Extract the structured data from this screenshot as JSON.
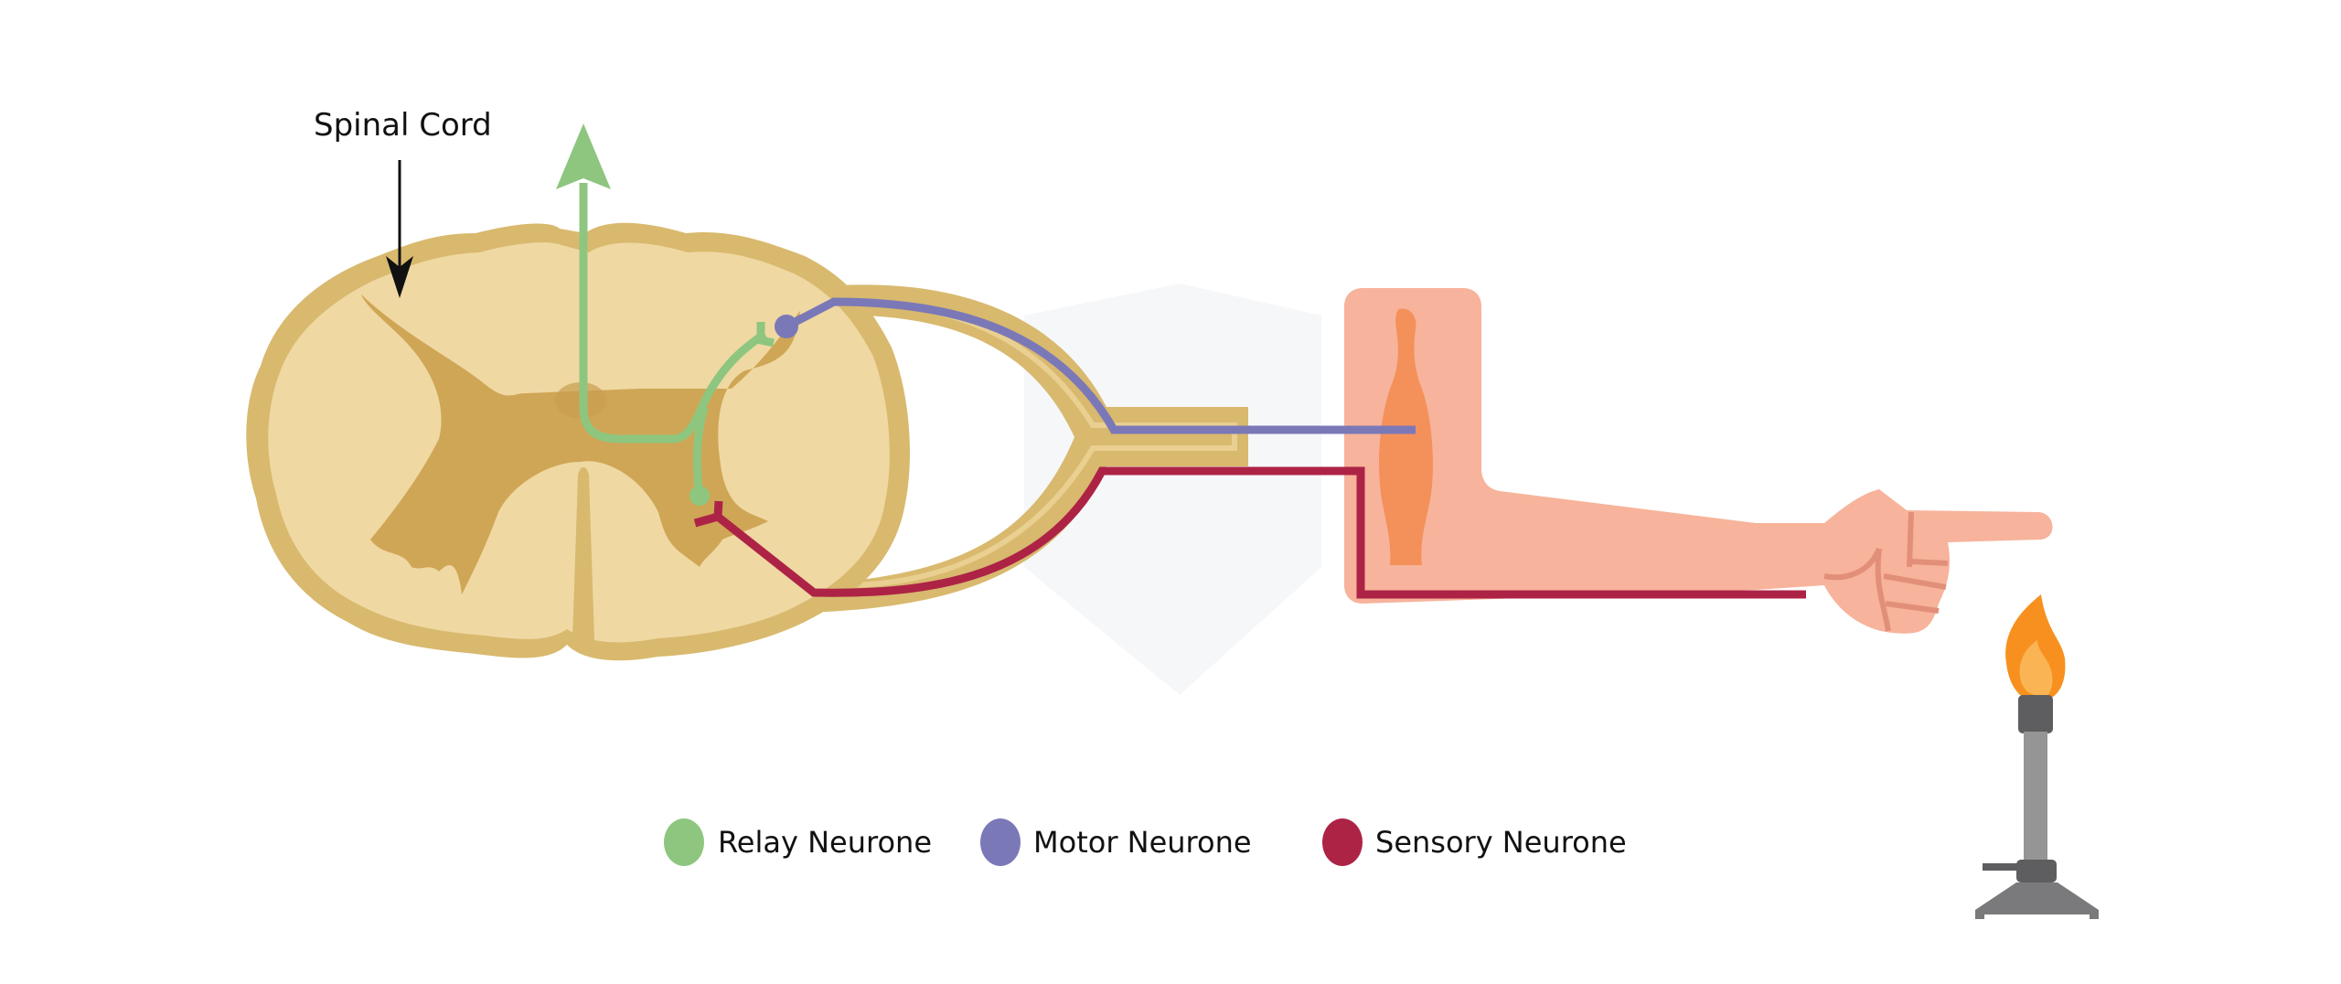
{
  "labels": {
    "spinal_cord": "Spinal Cord"
  },
  "legend": [
    {
      "label": "Relay Neurone",
      "color": "#8EC67F"
    },
    {
      "label": "Motor Neurone",
      "color": "#7B78B8"
    },
    {
      "label": "Sensory Neurone",
      "color": "#AD2346"
    }
  ],
  "colors": {
    "cord_outer": "#D8B96E",
    "cord_white": "#EFD8A2",
    "grey_matter": "#CFA655",
    "skin": "#F7B39B",
    "muscle": "#F4905A",
    "flame_outer": "#F7901E",
    "flame_inner": "#FBB454",
    "burner_dark": "#5E5E60",
    "burner_tube": "#959595"
  }
}
